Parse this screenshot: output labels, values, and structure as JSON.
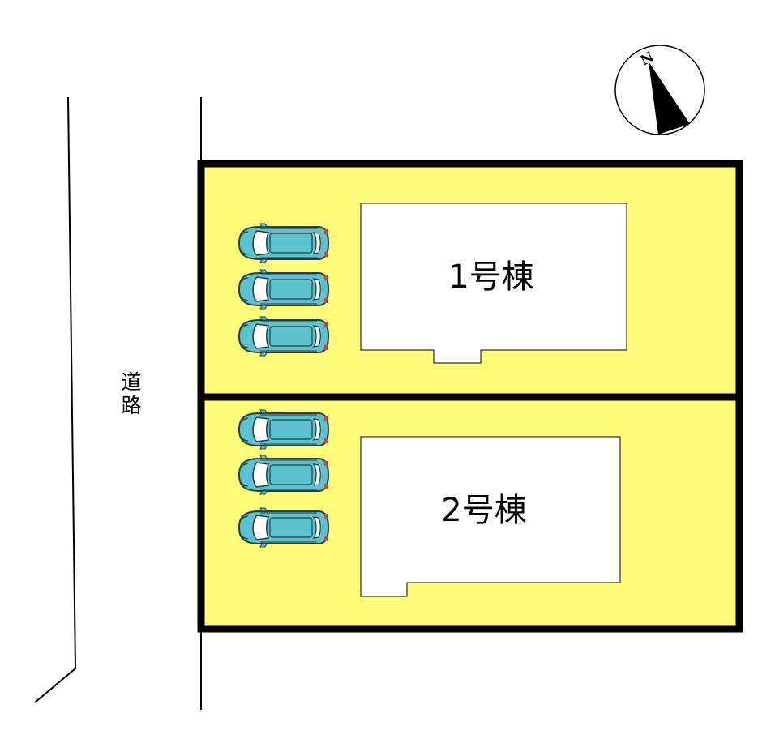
{
  "road": {
    "label_line1": "道",
    "label_line2": "路"
  },
  "compass": {
    "label": "N"
  },
  "lots": [
    {
      "building_label": "1号棟",
      "parking_spaces": 3
    },
    {
      "building_label": "2号棟",
      "parking_spaces": 3
    }
  ],
  "colors": {
    "lot_fill": "#FFFC7A",
    "lot_border": "#000000",
    "building_fill": "#FFFFFF",
    "car_body": "#5BC2CF",
    "car_window": "#FFFFFF",
    "car_outline": "#2A3A3E",
    "car_tail_light": "#E03A3A",
    "line": "#000000"
  },
  "icons": {
    "compass": "north-arrow-icon",
    "car": "car-icon"
  }
}
